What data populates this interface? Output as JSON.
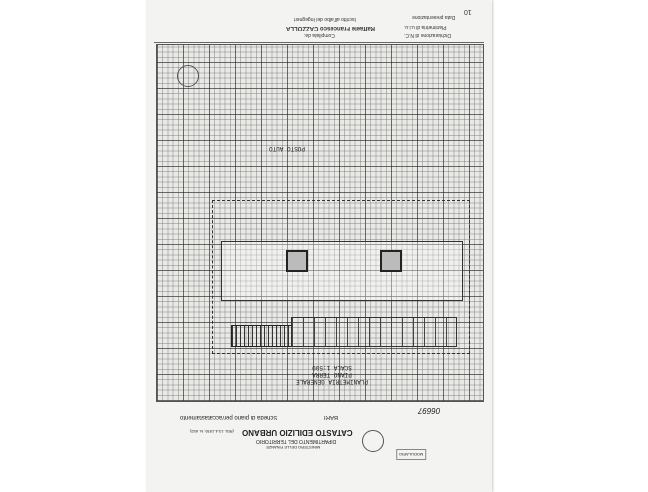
{
  "header": {
    "lines": [
      "Dichiarazione di N.C.",
      "Planimetria di u.i.u.",
      "Compilata da:",
      "Raffaele Francesco CAZZOLLA",
      "Iscritto all'albo dei Ingegneri",
      "Data presentazione",
      "10"
    ]
  },
  "plan": {
    "title": "PLANIMETRIA GENERALE",
    "floor": "PIANO TERRA",
    "scale": "SCALA 1:500",
    "label": "POSTO AUTO",
    "handwritten_number": "06697"
  },
  "footer": {
    "title": "CATASTO EDILIZIO URBANO",
    "law": "(RDL 13-4-1939, N. 652)",
    "department": "DIPARTIMENTO DEL TERRITORIO",
    "ministry": "MINISTERO DELLE FINANZE",
    "city": "BARI",
    "sheet_type": "Scheda di piano per/accatastamento",
    "form_label": "MODULARIO"
  }
}
